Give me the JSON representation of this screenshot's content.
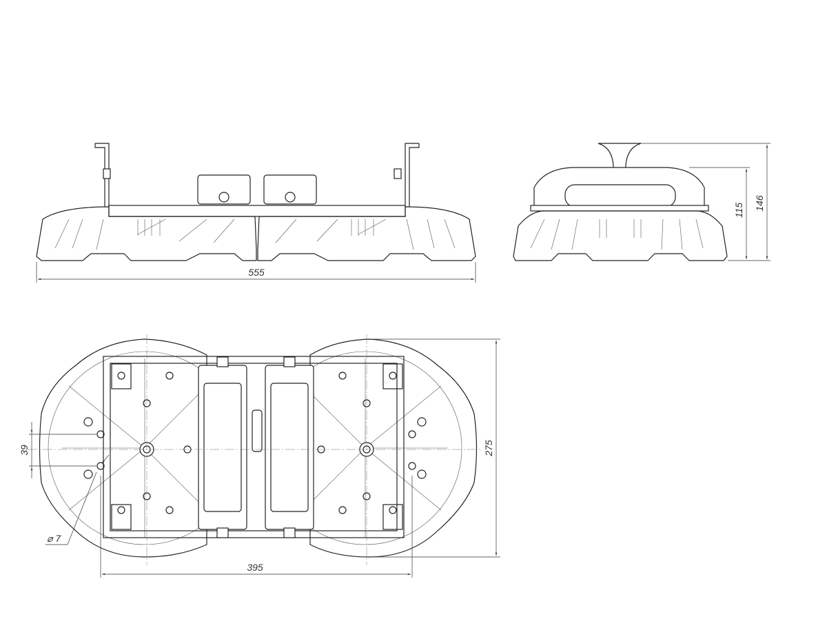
{
  "drawing": {
    "front_view": {
      "width_dim": "555"
    },
    "side_view": {
      "height_dim_body": "115",
      "height_dim_total": "146"
    },
    "top_view": {
      "hole_spacing_dim": "39",
      "hole_diameter_dim": "⌀ 7",
      "depth_dim": "275",
      "mount_spacing_dim": "395"
    }
  }
}
